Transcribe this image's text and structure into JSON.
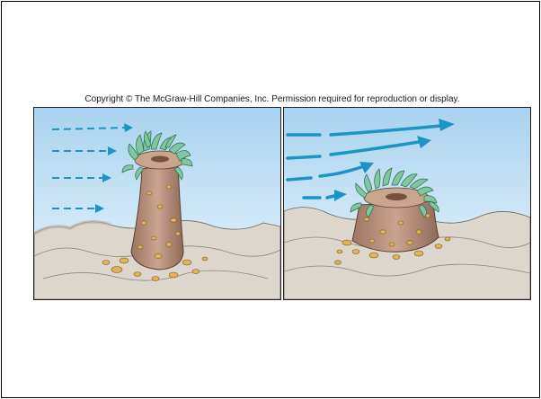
{
  "copyright": "Copyright © The McGraw-Hill Companies, Inc. Permission required for reproduction or display.",
  "colors": {
    "sky_top": "#a9d3ef",
    "sky_bottom": "#eaf5fc",
    "rock": "#dcd6cc",
    "rock_shadow": "#bdb4a6",
    "arrow": "#1c95c4",
    "anemone_body": "#b8907a",
    "tentacles": "#7ec7a0",
    "barnacle": "#e0b35a"
  },
  "icons": {
    "left_panel": "tall-sea-anemone-calm-flow",
    "right_panel": "short-sea-anemone-strong-flow"
  }
}
